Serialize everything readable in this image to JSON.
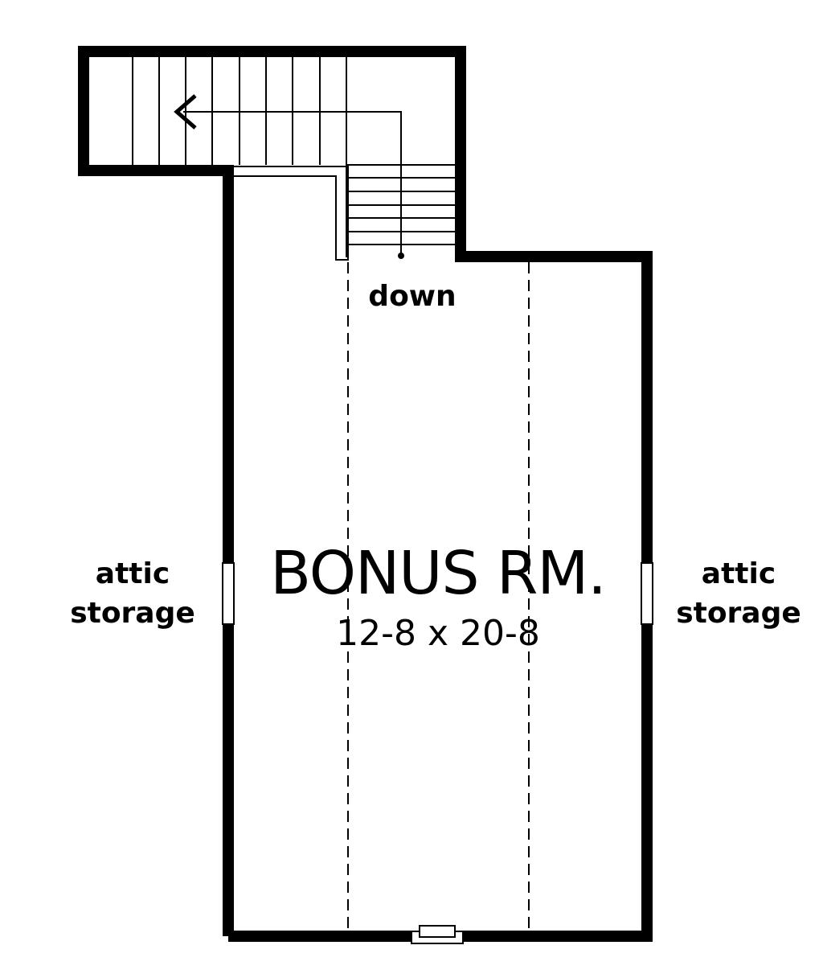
{
  "plan": {
    "room_name": "BONUS RM.",
    "room_dimensions": "12-8 x 20-8",
    "stair_label": "down",
    "left_label_line1": "attic",
    "left_label_line2": "storage",
    "right_label_line1": "attic",
    "right_label_line2": "storage"
  },
  "colors": {
    "line": "#000000",
    "background": "#ffffff"
  }
}
